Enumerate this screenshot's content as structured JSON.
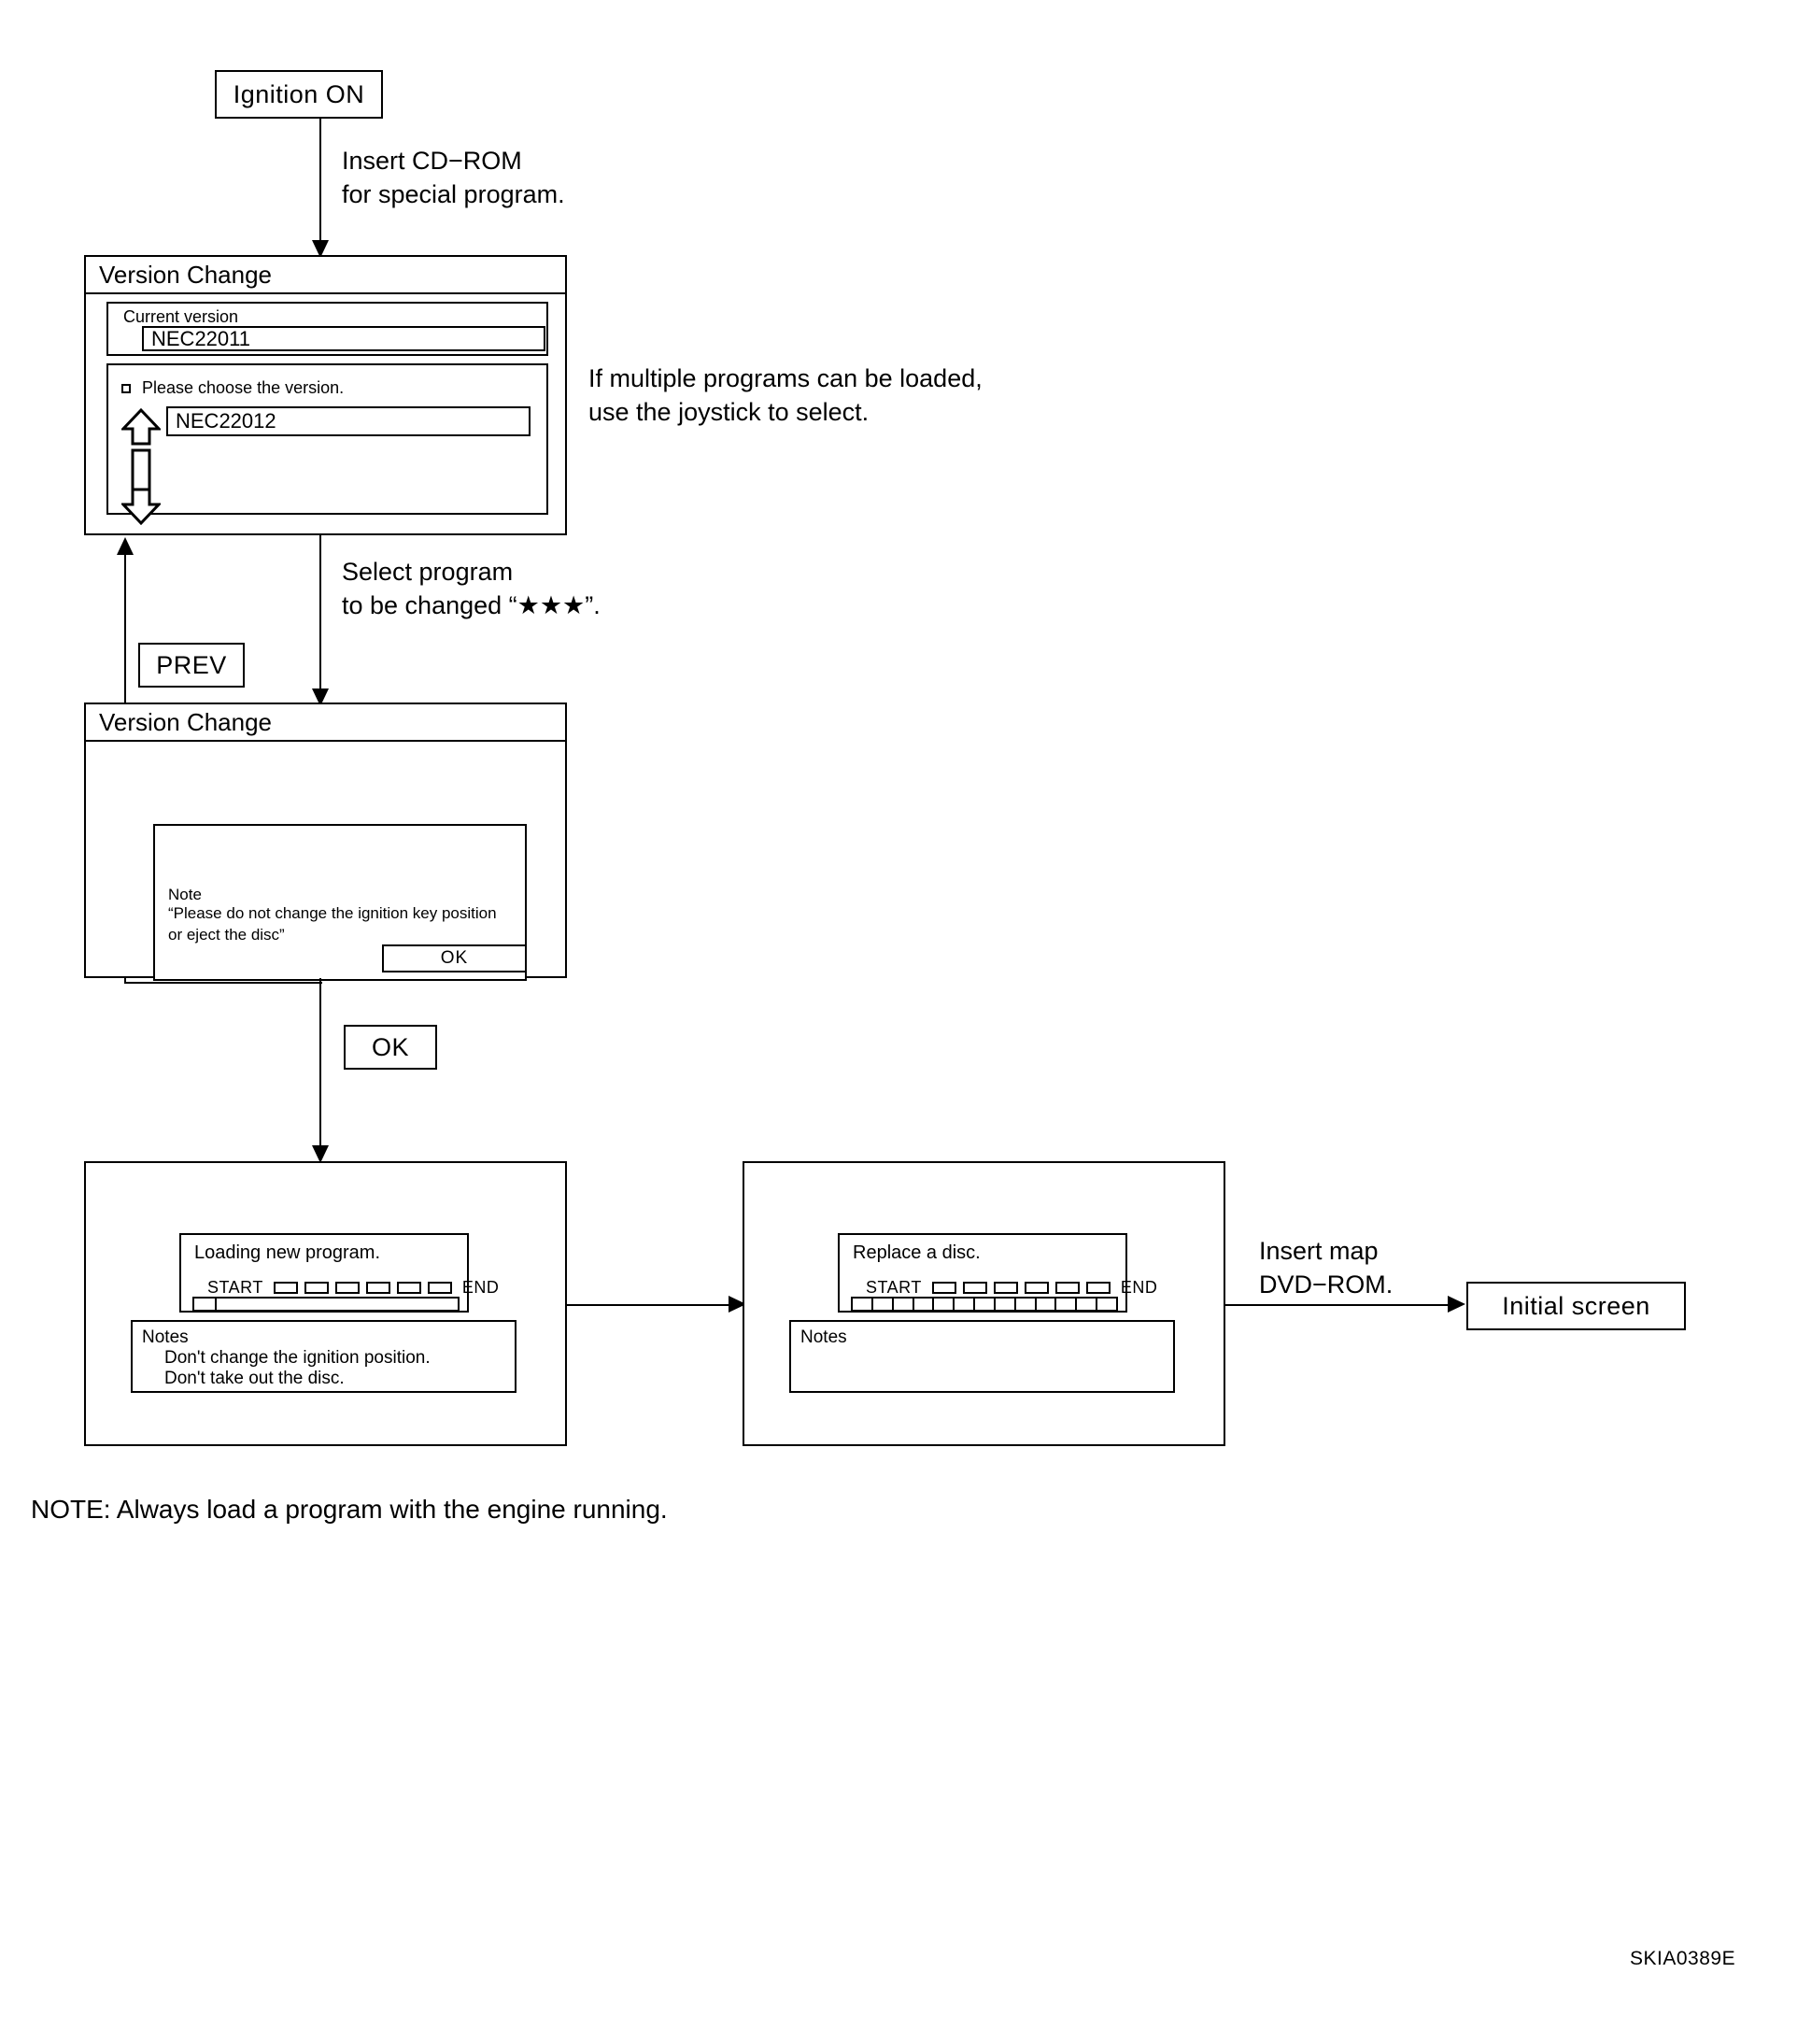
{
  "diagram": {
    "figure_id": "SKIA0389E",
    "footer_note": "NOTE: Always load a program with the engine running."
  },
  "nodes": {
    "ignition_on": "Ignition ON",
    "prev_button": "PREV",
    "ok_button": "OK",
    "initial_screen": "Initial screen"
  },
  "edges": {
    "insert_cdrom": "Insert CD−ROM\nfor special program.",
    "joystick_hint": "If multiple programs can be loaded,\nuse the joystick to select.",
    "select_program": "Select program\nto be changed “★★★”.",
    "insert_map_dvd": "Insert map\nDVD−ROM."
  },
  "screen_version_select": {
    "title": "Version Change",
    "current_version_label": "Current version",
    "current_version_value": "NEC22011",
    "choose_prompt": "Please choose the version.",
    "selected_version_value": "NEC22012",
    "joystick": {
      "up_icon": "arrow-up-icon",
      "track_icon": "scroll-track-icon",
      "down_icon": "arrow-down-icon"
    }
  },
  "screen_version_confirm": {
    "title": "Version Change",
    "note_heading": "Note",
    "note_body": "“Please do not change the ignition key position\nor eject the disc”",
    "ok_label": "OK"
  },
  "screen_loading": {
    "title": "Loading new program.",
    "start_label": "START",
    "end_label": "END",
    "segment_count": 6,
    "progress_cells": 13,
    "progress_filled": 1,
    "notes_heading": "Notes",
    "notes_lines": [
      "Don't change the ignition position.",
      "Don't take out the disc."
    ]
  },
  "screen_replace_disc": {
    "title": "Replace a disc.",
    "start_label": "START",
    "end_label": "END",
    "segment_count": 6,
    "progress_cells": 13,
    "progress_filled": 13,
    "notes_heading": "Notes",
    "notes_lines": []
  },
  "colors": {
    "ink": "#000000",
    "paper": "#ffffff"
  }
}
